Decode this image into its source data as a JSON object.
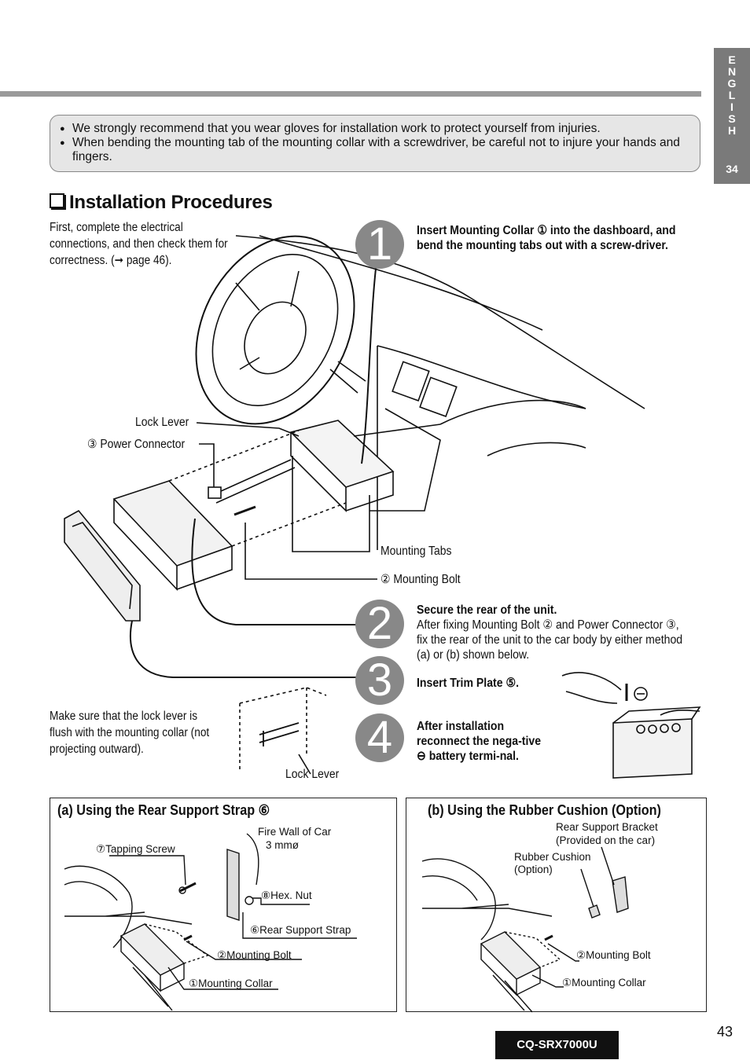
{
  "side_tab": {
    "letters": [
      "E",
      "N",
      "G",
      "L",
      "I",
      "S",
      "H"
    ],
    "page": "34"
  },
  "warnings": [
    "We strongly recommend that you wear gloves for installation work to protect yourself from injuries.",
    "When bending the mounting tab of the mounting collar with a screwdriver, be careful not to injure your hands and fingers."
  ],
  "section_title": "Installation Procedures",
  "intro": "First, complete the electrical connections, and then check them for correctness. (➞ page 46).",
  "steps": [
    {
      "num": "1",
      "title": "Insert Mounting Collar ① into the dashboard, and bend the mounting tabs out with a screw-driver.",
      "body": ""
    },
    {
      "num": "2",
      "title": "Secure the rear of the unit.",
      "body": "After fixing Mounting Bolt ② and Power Connector ③, fix the rear of the unit to the car body by either method (a) or (b) shown below."
    },
    {
      "num": "3",
      "title": "Insert Trim Plate ⑤.",
      "body": ""
    },
    {
      "num": "4",
      "title": "After installation reconnect the nega-tive ⊖ battery termi-nal.",
      "body": ""
    }
  ],
  "diagram_labels": {
    "lock_lever": "Lock Lever",
    "power_connector": "③ Power Connector",
    "mounting_tabs": "Mounting Tabs",
    "mounting_bolt": "② Mounting Bolt",
    "lock_lever_2": "Lock Lever"
  },
  "lock_note": "Make sure that the lock lever is flush with the mounting collar (not projecting outward).",
  "panel_a": {
    "title": "(a) Using the Rear Support Strap ⑥",
    "labels": {
      "fire_wall": "Fire Wall of Car",
      "fire_wall_size": "3 mmø",
      "tapping_screw": "⑦Tapping Screw",
      "hex_nut": "⑧Hex. Nut",
      "rear_strap": "⑥Rear Support Strap",
      "mounting_bolt": "②Mounting Bolt",
      "mounting_collar": "①Mounting Collar"
    }
  },
  "panel_b": {
    "title": "(b) Using the Rubber Cushion (Option)",
    "labels": {
      "bracket_1": "Rear Support Bracket",
      "bracket_2": "(Provided on the car)",
      "cushion_1": "Rubber Cushion",
      "cushion_2": "(Option)",
      "mounting_bolt": "②Mounting Bolt",
      "mounting_collar": "①Mounting Collar"
    }
  },
  "model": "CQ-SRX7000U",
  "page_number": "43"
}
